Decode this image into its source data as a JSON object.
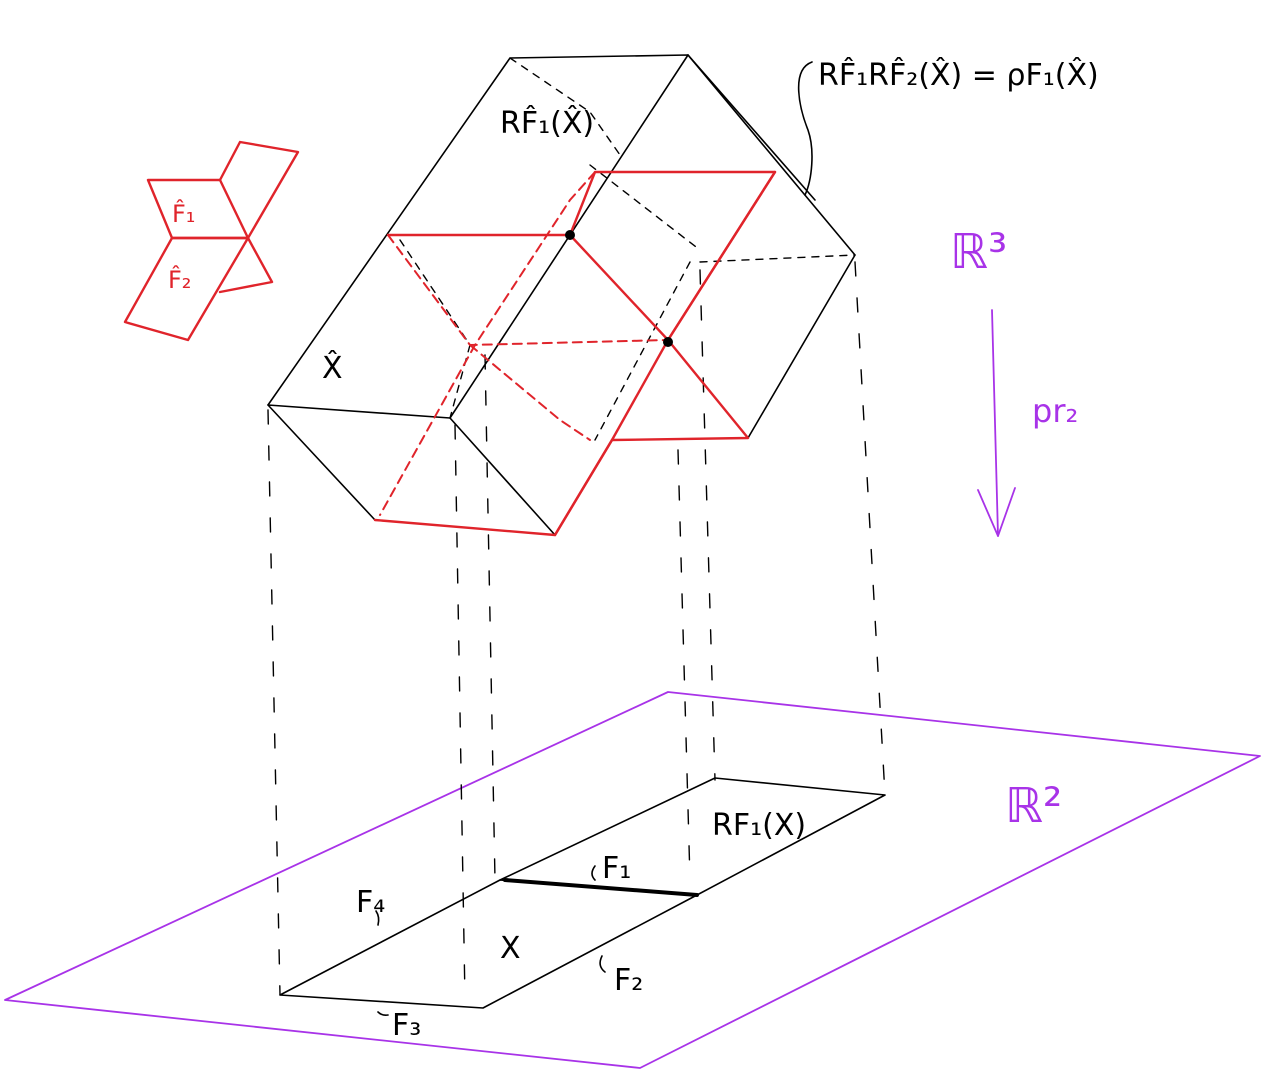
{
  "labels": {
    "reflection_pair": "RF̂₁RF̂₂(X̂) = ρF₁(X̂)",
    "reflected_block": "RF̂₁(X̂)",
    "block": "X̂",
    "r3": "ℝ³",
    "projection": "pr₂",
    "r2": "ℝ²",
    "reflected_rect": "RF₁(X)",
    "rect": "X",
    "f1_hat": "F̂₁",
    "f2_hat": "F̂₂",
    "f1": "F₁",
    "f2": "F₂",
    "f3": "F₃",
    "f4": "F₄"
  },
  "colors": {
    "ink": "#000000",
    "highlight": "#e0242b",
    "space": "#a833e8",
    "background": "#ffffff"
  }
}
